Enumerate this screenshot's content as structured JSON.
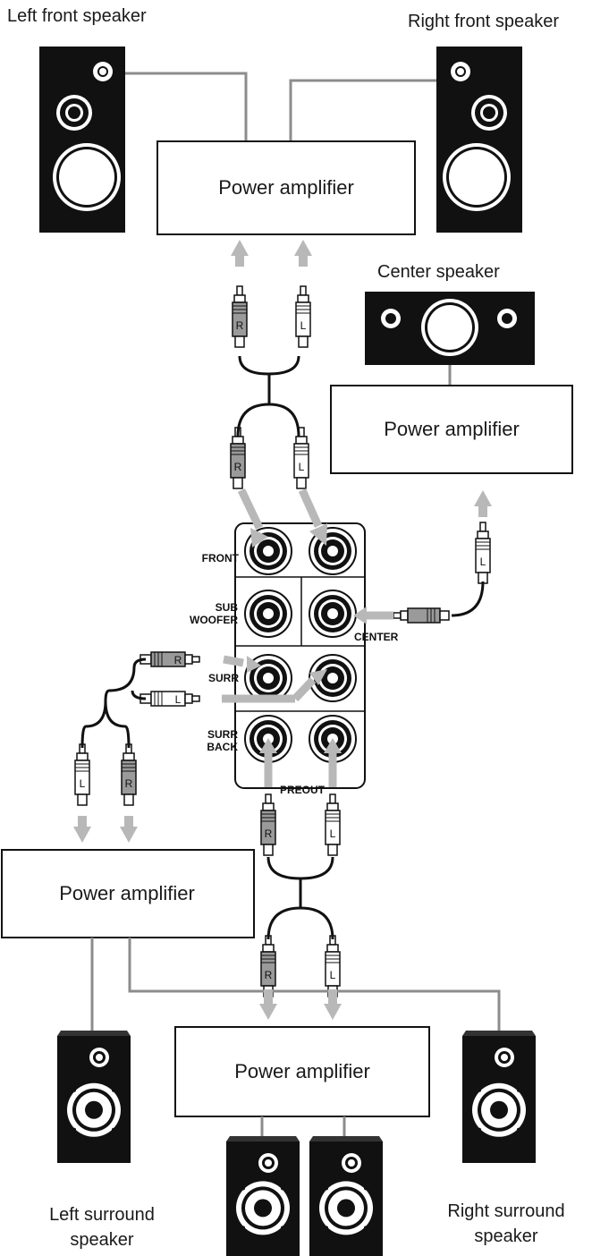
{
  "labels": {
    "left_front": "Left front speaker",
    "right_front": "Right front speaker",
    "center": "Center speaker",
    "left_surround_1": "Left surround",
    "left_surround_2": "speaker",
    "right_surround_1": "Right surround",
    "right_surround_2": "speaker"
  },
  "amplifiers": {
    "front": "Power amplifier",
    "center": "Power amplifier",
    "surround": "Power amplifier",
    "surround_back": "Power amplifier"
  },
  "jacks": {
    "front": "FRONT",
    "sub_1": "SUB",
    "sub_2": "WOOFER",
    "center": "CENTER",
    "surr": "SURR",
    "surr_back_1": "SURR",
    "surr_back_2": "BACK",
    "preout": "PREOUT"
  },
  "plugs": {
    "right": "R",
    "left": "L"
  },
  "colors": {
    "speaker_body": "#111111",
    "wire": "#8c8c8c",
    "arrow": "#b8b8b8",
    "plug_fill": "#9a9a9a"
  }
}
